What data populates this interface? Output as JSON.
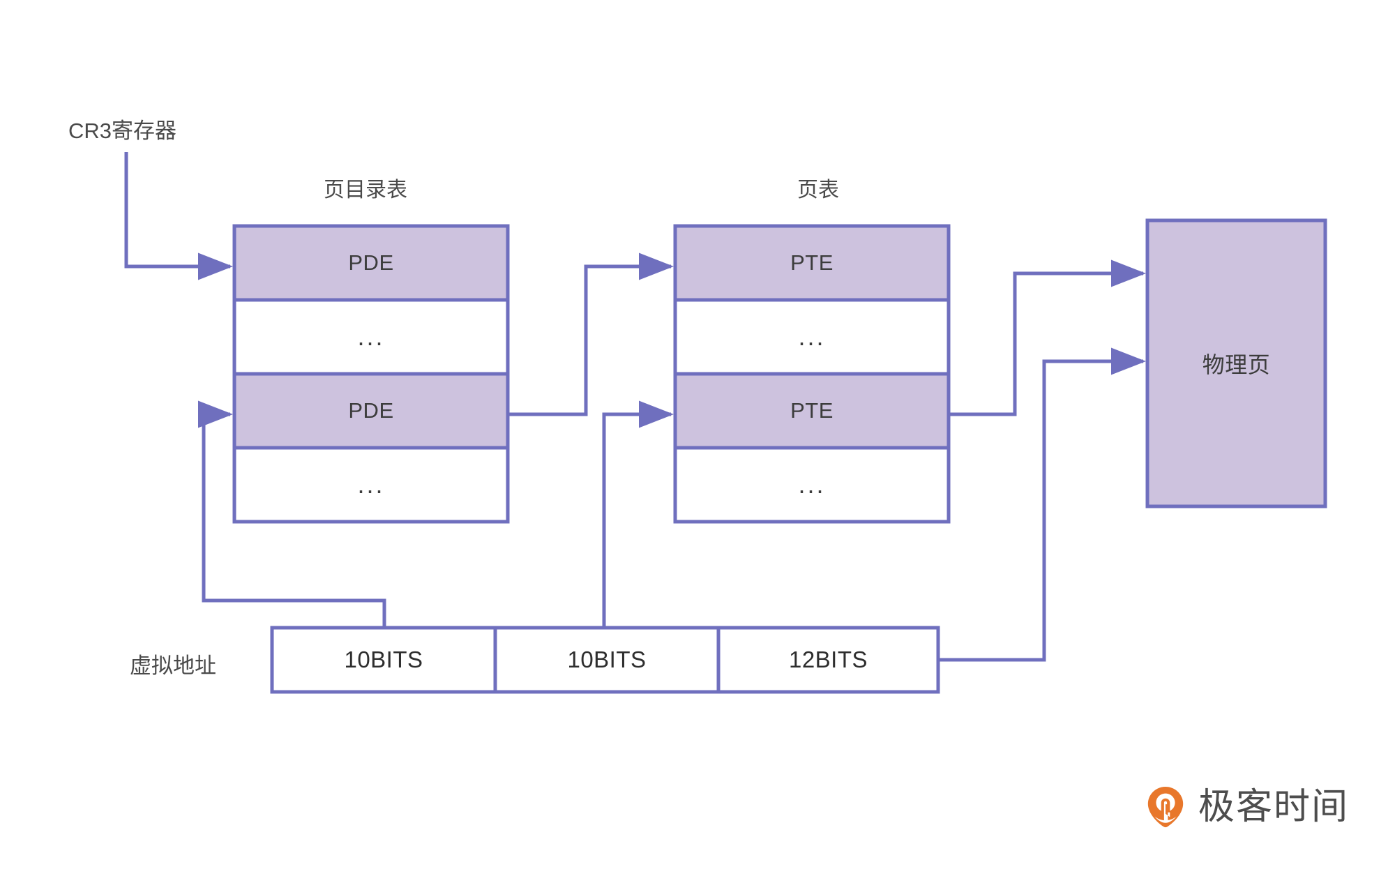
{
  "diagram": {
    "title_page_directory": "页目录表",
    "title_page_table": "页表",
    "cr3_label": "CR3寄存器",
    "virtual_address_label": "虚拟地址",
    "physical_page_label": "物理页",
    "page_directory_rows": [
      {
        "text": "PDE",
        "kind": "entry"
      },
      {
        "text": "...",
        "kind": "ellipsis"
      },
      {
        "text": "PDE",
        "kind": "entry"
      },
      {
        "text": "...",
        "kind": "ellipsis"
      }
    ],
    "page_table_rows": [
      {
        "text": "PTE",
        "kind": "entry"
      },
      {
        "text": "...",
        "kind": "ellipsis"
      },
      {
        "text": "PTE",
        "kind": "entry"
      },
      {
        "text": "...",
        "kind": "ellipsis"
      }
    ],
    "virtual_address_segments": [
      {
        "label": "10BITS"
      },
      {
        "label": "10BITS"
      },
      {
        "label": "12BITS"
      }
    ],
    "colors": {
      "entry_fill": "#cdc2de",
      "stroke": "#6f6fbe",
      "text": "#3c3c3c",
      "background": "#ffffff",
      "logo_orange": "#e8772b"
    }
  },
  "branding": {
    "logo_text": "极客时间",
    "logo_mark_name": "geektime-pin-logo"
  }
}
